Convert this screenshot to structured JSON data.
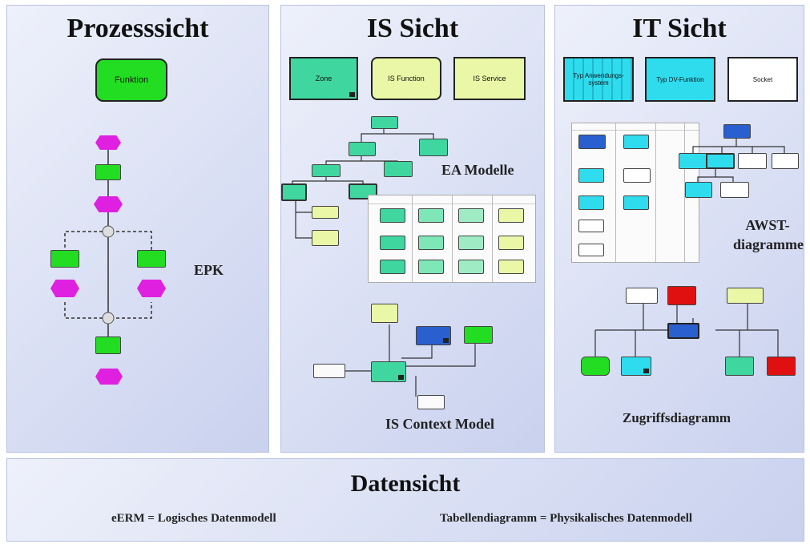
{
  "process_view": {
    "title": "Prozesssicht",
    "function_node": "Funktion",
    "epk_label": "EPK"
  },
  "is_view": {
    "title": "IS Sicht",
    "nodes": [
      "Zone",
      "IS Function",
      "IS Service"
    ],
    "ea_label": "EA Modelle",
    "context_label": "IS Context Model"
  },
  "it_view": {
    "title": "IT Sicht",
    "type_app_system": "Typ Anwendungs-system",
    "type_dv_function": "Typ DV-Funktion",
    "socket": "Socket",
    "awst_label": "AWST-diagramme",
    "access_label": "Zugriffsdiagramm"
  },
  "data_view": {
    "title": "Datensicht",
    "left_text": "eERM = Logisches Datenmodell",
    "right_text": "Tabellendiagramm = Physikalisches Datenmodell"
  },
  "colors": {
    "event_magenta": "#e020e0",
    "function_green": "#22dd22",
    "zone_teal": "#3fd6a0",
    "is_function_yellow": "#eaf7a6",
    "type_cyan": "#2fdcee",
    "blue": "#2a5fd0",
    "red": "#e01010"
  }
}
